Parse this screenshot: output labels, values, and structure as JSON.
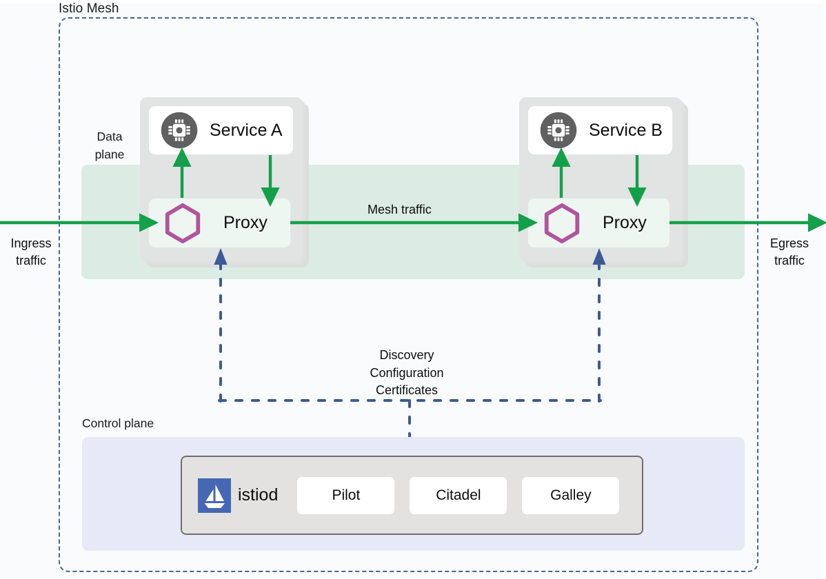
{
  "diagram": {
    "mesh_title": "Istio Mesh",
    "data_plane_label": "Data\nplane",
    "data_plane_label_line1": "Data",
    "data_plane_label_line2": "plane",
    "control_plane_label": "Control plane",
    "mesh_traffic_label": "Mesh traffic",
    "ingress_label_line1": "Ingress",
    "ingress_label_line2": "traffic",
    "egress_label_line1": "Egress",
    "egress_label_line2": "traffic",
    "discovery_line1": "Discovery",
    "discovery_line2": "Configuration",
    "discovery_line3": "Certificates"
  },
  "pods": [
    {
      "service_name": "Service A",
      "service_icon": "microchip-icon",
      "proxy_name": "Proxy",
      "proxy_icon": "hexagon-icon"
    },
    {
      "service_name": "Service B",
      "service_icon": "microchip-icon",
      "proxy_name": "Proxy",
      "proxy_icon": "hexagon-icon"
    }
  ],
  "control_plane": {
    "istiod_label": "istiod",
    "istiod_icon": "istio-sailboat-logo",
    "components": [
      {
        "label": "Pilot"
      },
      {
        "label": "Citadel"
      },
      {
        "label": "Galley"
      }
    ]
  },
  "colors": {
    "mesh_border": "#4a6394",
    "data_plane_band": "#dcece5",
    "control_plane_box": "#e7eaf6",
    "traffic_green": "#14a04a",
    "proxy_hexagon": "#b0559c",
    "service_icon_gray": "#606060",
    "istiod_blue": "#4667b3",
    "pod_gray": "#e2e4e3",
    "page_background": "#fafbfd"
  }
}
